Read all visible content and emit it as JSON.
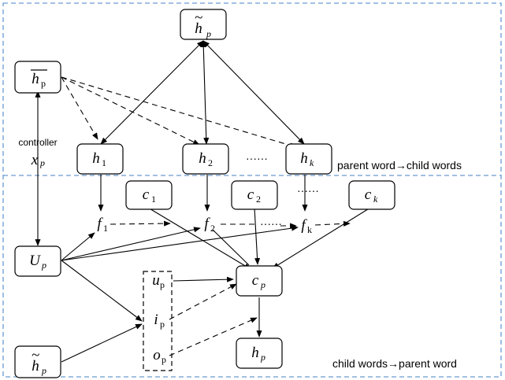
{
  "nodes": {
    "h_tilde_top": {
      "main": "h",
      "sub": "p",
      "accent": "~"
    },
    "h_bar": {
      "main": "h",
      "sub": "p",
      "accent": "—"
    },
    "h1": {
      "main": "h",
      "sub": "1"
    },
    "h2": {
      "main": "h",
      "sub": "2"
    },
    "hk": {
      "main": "h",
      "sub": "k"
    },
    "c1": {
      "main": "c",
      "sub": "1"
    },
    "c2": {
      "main": "c",
      "sub": "2"
    },
    "ck": {
      "main": "c",
      "sub": "k"
    },
    "f1": {
      "main": "f",
      "sub": "1"
    },
    "f2": {
      "main": "f",
      "sub": "2"
    },
    "fk": {
      "main": "f",
      "sub": "k"
    },
    "Up": {
      "main": "U",
      "sub": "p"
    },
    "cp": {
      "main": "c",
      "sub": "p"
    },
    "hp": {
      "main": "h",
      "sub": "p"
    },
    "h_tilde_bottom": {
      "main": "h",
      "sub": "p",
      "accent": "~"
    },
    "up": {
      "main": "u",
      "sub": "p"
    },
    "ip": {
      "main": "i",
      "sub": "p"
    },
    "op": {
      "main": "o",
      "sub": "p"
    },
    "xp": {
      "main": "x",
      "sub": "p"
    }
  },
  "labels": {
    "controller": "controller",
    "top_region": "parent word→child words",
    "bottom_region": "child words→parent word",
    "ellipsis_h": "······",
    "ellipsis_c": "······",
    "ellipsis_f": "······"
  }
}
